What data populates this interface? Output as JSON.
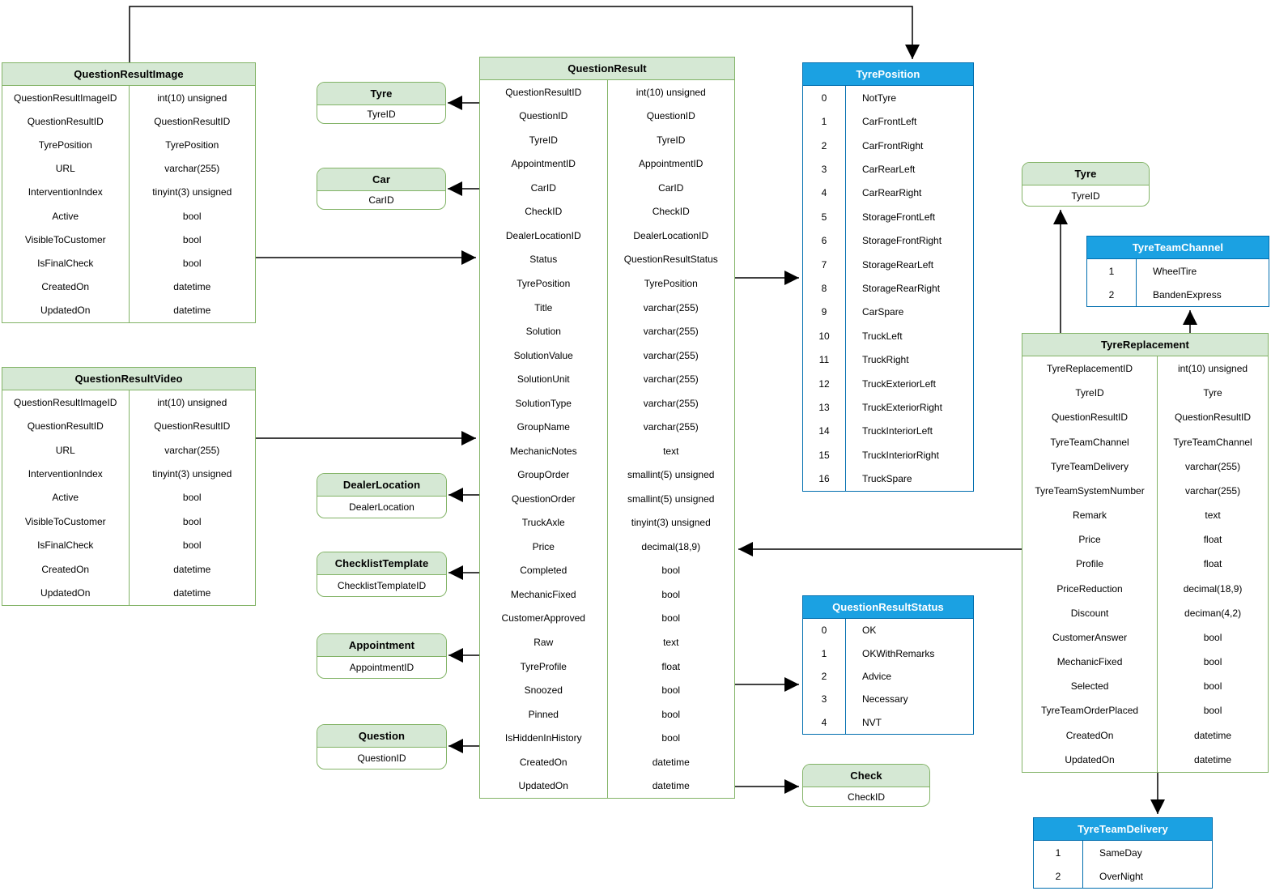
{
  "colors": {
    "table_green_fill": "#d5e8d4",
    "table_green_border": "#82b366",
    "enum_blue_fill": "#1ba1e2",
    "enum_blue_border": "#006eaf",
    "connector_line": "#000000",
    "text": "#000000",
    "enum_header_text": "#ffffff"
  },
  "tables": {
    "question_result_image": {
      "title": "QuestionResultImage",
      "kind": "fields",
      "rows": [
        [
          "QuestionResultImageID",
          "int(10) unsigned"
        ],
        [
          "QuestionResultID",
          "QuestionResultID"
        ],
        [
          "TyrePosition",
          "TyrePosition"
        ],
        [
          "URL",
          "varchar(255)"
        ],
        [
          "InterventionIndex",
          "tinyint(3) unsigned"
        ],
        [
          "Active",
          "bool"
        ],
        [
          "VisibleToCustomer",
          "bool"
        ],
        [
          "IsFinalCheck",
          "bool"
        ],
        [
          "CreatedOn",
          "datetime"
        ],
        [
          "UpdatedOn",
          "datetime"
        ]
      ]
    },
    "question_result_video": {
      "title": "QuestionResultVideo",
      "kind": "fields",
      "rows": [
        [
          "QuestionResultImageID",
          "int(10) unsigned"
        ],
        [
          "QuestionResultID",
          "QuestionResultID"
        ],
        [
          "URL",
          "varchar(255)"
        ],
        [
          "InterventionIndex",
          "tinyint(3) unsigned"
        ],
        [
          "Active",
          "bool"
        ],
        [
          "VisibleToCustomer",
          "bool"
        ],
        [
          "IsFinalCheck",
          "bool"
        ],
        [
          "CreatedOn",
          "datetime"
        ],
        [
          "UpdatedOn",
          "datetime"
        ]
      ]
    },
    "question_result": {
      "title": "QuestionResult",
      "kind": "fields",
      "rows": [
        [
          "QuestionResultID",
          "int(10) unsigned"
        ],
        [
          "QuestionID",
          "QuestionID"
        ],
        [
          "TyreID",
          "TyreID"
        ],
        [
          "AppointmentID",
          "AppointmentID"
        ],
        [
          "CarID",
          "CarID"
        ],
        [
          "CheckID",
          "CheckID"
        ],
        [
          "DealerLocationID",
          "DealerLocationID"
        ],
        [
          "Status",
          "QuestionResultStatus"
        ],
        [
          "TyrePosition",
          "TyrePosition"
        ],
        [
          "Title",
          "varchar(255)"
        ],
        [
          "Solution",
          "varchar(255)"
        ],
        [
          "SolutionValue",
          "varchar(255)"
        ],
        [
          "SolutionUnit",
          "varchar(255)"
        ],
        [
          "SolutionType",
          "varchar(255)"
        ],
        [
          "GroupName",
          "varchar(255)"
        ],
        [
          "MechanicNotes",
          "text"
        ],
        [
          "GroupOrder",
          "smallint(5) unsigned"
        ],
        [
          "QuestionOrder",
          "smallint(5) unsigned"
        ],
        [
          "TruckAxle",
          "tinyint(3) unsigned"
        ],
        [
          "Price",
          "decimal(18,9)"
        ],
        [
          "Completed",
          "bool"
        ],
        [
          "MechanicFixed",
          "bool"
        ],
        [
          "CustomerApproved",
          "bool"
        ],
        [
          "Raw",
          "text"
        ],
        [
          "TyreProfile",
          "float"
        ],
        [
          "Snoozed",
          "bool"
        ],
        [
          "Pinned",
          "bool"
        ],
        [
          "IsHiddenInHistory",
          "bool"
        ],
        [
          "CreatedOn",
          "datetime"
        ],
        [
          "UpdatedOn",
          "datetime"
        ]
      ]
    },
    "tyre_replacement": {
      "title": "TyreReplacement",
      "kind": "fields",
      "rows": [
        [
          "TyreReplacementID",
          "int(10) unsigned"
        ],
        [
          "TyreID",
          "Tyre"
        ],
        [
          "QuestionResultID",
          "QuestionResultID"
        ],
        [
          "TyreTeamChannel",
          "TyreTeamChannel"
        ],
        [
          "TyreTeamDelivery",
          "varchar(255)"
        ],
        [
          "TyreTeamSystemNumber",
          "varchar(255)"
        ],
        [
          "Remark",
          "text"
        ],
        [
          "Price",
          "float"
        ],
        [
          "Profile",
          "float"
        ],
        [
          "PriceReduction",
          "decimal(18,9)"
        ],
        [
          "Discount",
          "deciman(4,2)"
        ],
        [
          "CustomerAnswer",
          "bool"
        ],
        [
          "MechanicFixed",
          "bool"
        ],
        [
          "Selected",
          "bool"
        ],
        [
          "TyreTeamOrderPlaced",
          "bool"
        ],
        [
          "CreatedOn",
          "datetime"
        ],
        [
          "UpdatedOn",
          "datetime"
        ]
      ]
    },
    "tyre_position": {
      "title": "TyrePosition",
      "kind": "enum",
      "rows": [
        [
          "0",
          "NotTyre"
        ],
        [
          "1",
          "CarFrontLeft"
        ],
        [
          "2",
          "CarFrontRight"
        ],
        [
          "3",
          "CarRearLeft"
        ],
        [
          "4",
          "CarRearRight"
        ],
        [
          "5",
          "StorageFrontLeft"
        ],
        [
          "6",
          "StorageFrontRight"
        ],
        [
          "7",
          "StorageRearLeft"
        ],
        [
          "8",
          "StorageRearRight"
        ],
        [
          "9",
          "CarSpare"
        ],
        [
          "10",
          "TruckLeft"
        ],
        [
          "11",
          "TruckRight"
        ],
        [
          "12",
          "TruckExteriorLeft"
        ],
        [
          "13",
          "TruckExteriorRight"
        ],
        [
          "14",
          "TruckInteriorLeft"
        ],
        [
          "15",
          "TruckInteriorRight"
        ],
        [
          "16",
          "TruckSpare"
        ]
      ]
    },
    "question_result_status": {
      "title": "QuestionResultStatus",
      "kind": "enum",
      "rows": [
        [
          "0",
          "OK"
        ],
        [
          "1",
          "OKWithRemarks"
        ],
        [
          "2",
          "Advice"
        ],
        [
          "3",
          "Necessary"
        ],
        [
          "4",
          "NVT"
        ]
      ]
    },
    "tyre_team_channel": {
      "title": "TyreTeamChannel",
      "kind": "enum",
      "rows": [
        [
          "1",
          "WheelTire"
        ],
        [
          "2",
          "BandenExpress"
        ]
      ]
    },
    "tyre_team_delivery": {
      "title": "TyreTeamDelivery",
      "kind": "enum",
      "rows": [
        [
          "1",
          "SameDay"
        ],
        [
          "2",
          "OverNight"
        ]
      ]
    },
    "tyre_left": {
      "title": "Tyre",
      "kind": "entity",
      "rows": [
        [
          "TyreID"
        ]
      ]
    },
    "car": {
      "title": "Car",
      "kind": "entity",
      "rows": [
        [
          "CarID"
        ]
      ]
    },
    "dealer_location": {
      "title": "DealerLocation",
      "kind": "entity",
      "rows": [
        [
          "DealerLocation"
        ]
      ]
    },
    "checklist_template": {
      "title": "ChecklistTemplate",
      "kind": "entity",
      "rows": [
        [
          "ChecklistTemplateID"
        ]
      ]
    },
    "appointment": {
      "title": "Appointment",
      "kind": "entity",
      "rows": [
        [
          "AppointmentID"
        ]
      ]
    },
    "question": {
      "title": "Question",
      "kind": "entity",
      "rows": [
        [
          "QuestionID"
        ]
      ]
    },
    "check": {
      "title": "Check",
      "kind": "entity",
      "rows": [
        [
          "CheckID"
        ]
      ]
    },
    "tyre_right": {
      "title": "Tyre",
      "kind": "entity",
      "rows": [
        [
          "TyreID"
        ]
      ]
    }
  },
  "relationships": [
    {
      "from": "QuestionResultImage",
      "to": "TyrePosition"
    },
    {
      "from": "QuestionResultImage",
      "to": "QuestionResult"
    },
    {
      "from": "QuestionResultVideo",
      "to": "QuestionResult"
    },
    {
      "from": "QuestionResult",
      "to": "Tyre"
    },
    {
      "from": "QuestionResult",
      "to": "Car"
    },
    {
      "from": "QuestionResult",
      "to": "DealerLocation"
    },
    {
      "from": "QuestionResult",
      "to": "ChecklistTemplate"
    },
    {
      "from": "QuestionResult",
      "to": "Appointment"
    },
    {
      "from": "QuestionResult",
      "to": "Question"
    },
    {
      "from": "QuestionResult",
      "to": "TyrePosition"
    },
    {
      "from": "QuestionResult",
      "to": "QuestionResultStatus"
    },
    {
      "from": "QuestionResult",
      "to": "Check"
    },
    {
      "from": "TyreReplacement",
      "to": "QuestionResult"
    },
    {
      "from": "TyreReplacement",
      "to": "Tyre"
    },
    {
      "from": "TyreReplacement",
      "to": "TyreTeamChannel"
    },
    {
      "from": "TyreReplacement",
      "to": "TyreTeamDelivery"
    }
  ]
}
